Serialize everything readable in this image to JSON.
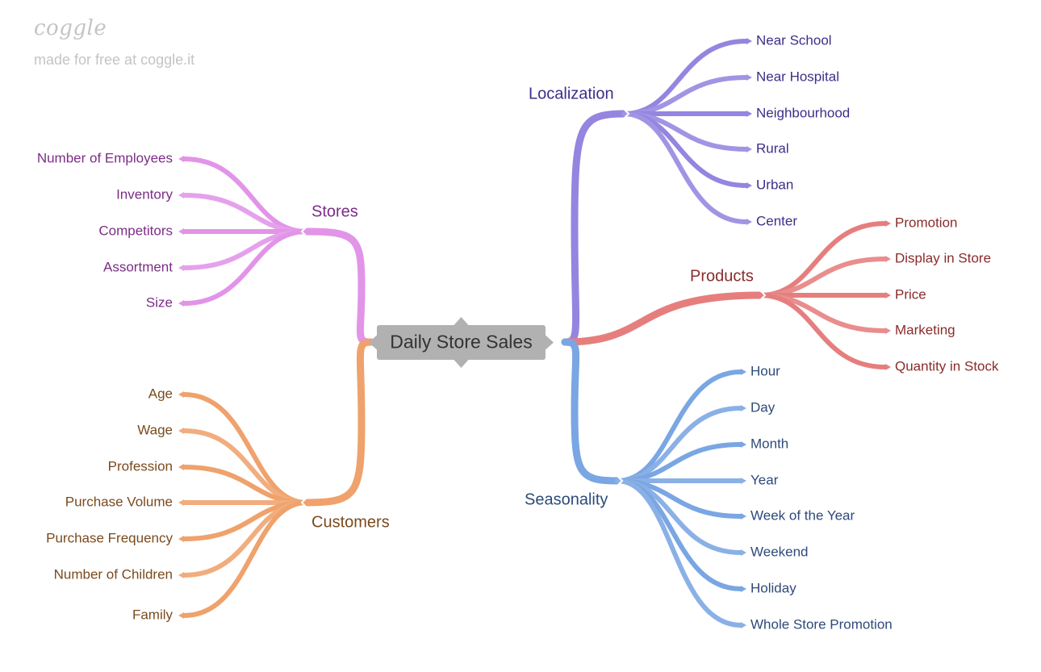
{
  "watermark": {
    "logo": "coggle",
    "tagline": "made for free at coggle.it"
  },
  "diagram": {
    "root": "Daily Store Sales",
    "branches": [
      {
        "id": "localization",
        "label": "Localization",
        "color": "#9585E0",
        "text_color": "#3B2F8A",
        "children": [
          "Near School",
          "Near Hospital",
          "Neighbourhood",
          "Rural",
          "Urban",
          "Center"
        ]
      },
      {
        "id": "products",
        "label": "Products",
        "color": "#E67E7E",
        "text_color": "#8A2B2B",
        "children": [
          "Promotion",
          "Display in Store",
          "Price",
          "Marketing",
          "Quantity in Stock"
        ]
      },
      {
        "id": "seasonality",
        "label": "Seasonality",
        "color": "#7AA6E3",
        "text_color": "#2E4A7A",
        "children": [
          "Hour",
          "Day",
          "Month",
          "Year",
          "Week of the Year",
          "Weekend",
          "Holiday",
          "Whole Store Promotion"
        ]
      },
      {
        "id": "stores",
        "label": "Stores",
        "color": "#E294E8",
        "text_color": "#7B2D86",
        "children": [
          "Number of Employees",
          "Inventory",
          "Competitors",
          "Assortment",
          "Size"
        ]
      },
      {
        "id": "customers",
        "label": "Customers",
        "color": "#EFA26C",
        "text_color": "#7A4A1E",
        "children": [
          "Age",
          "Wage",
          "Profession",
          "Purchase Volume",
          "Purchase Frequency",
          "Number of Children",
          "Family"
        ]
      }
    ]
  }
}
